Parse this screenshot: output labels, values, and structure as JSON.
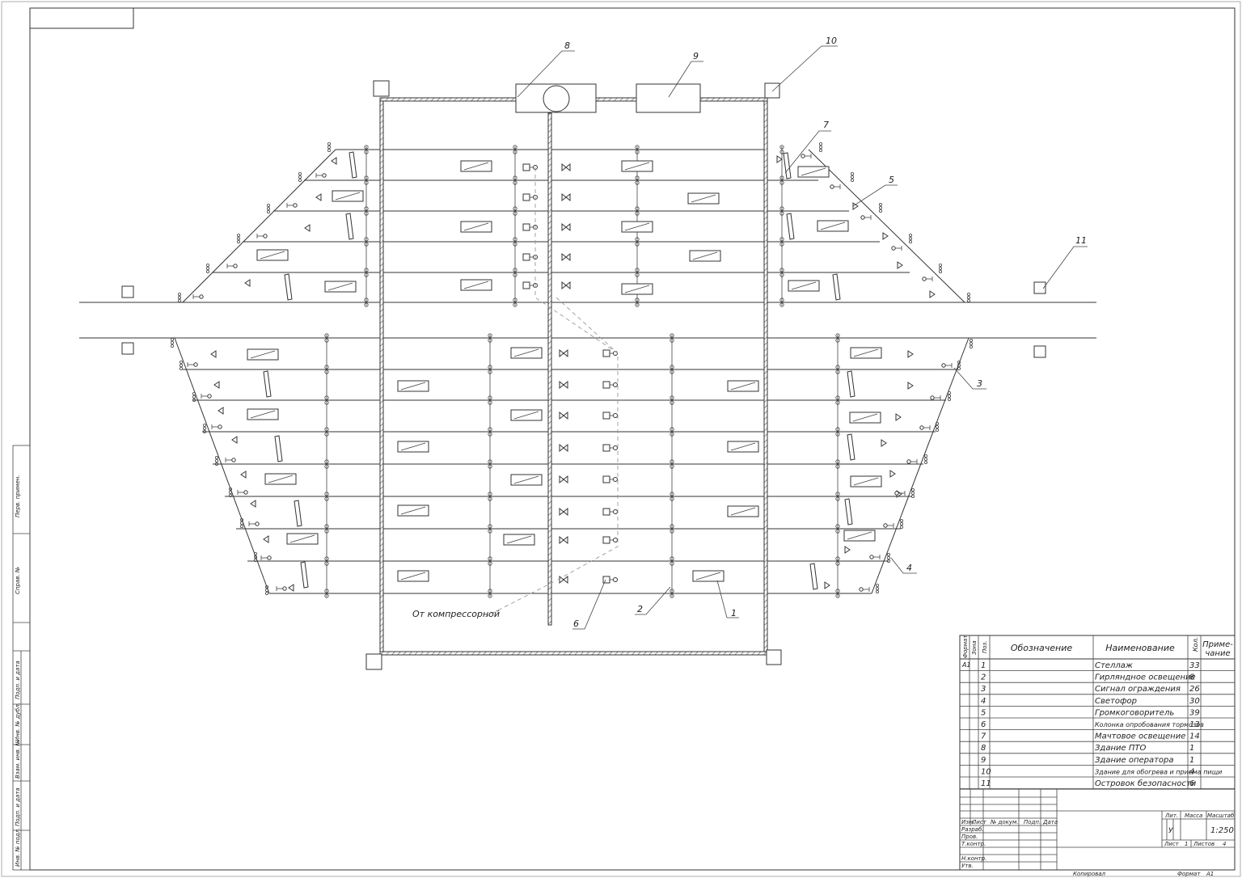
{
  "callouts": [
    "1",
    "2",
    "3",
    "4",
    "5",
    "6",
    "7",
    "8",
    "9",
    "10",
    "11"
  ],
  "compressor_label": "От компрессорной",
  "spec_headers": {
    "format": "Формат",
    "zone": "Зона",
    "pos": "Поз.",
    "designation": "Обозначение",
    "name": "Наименование",
    "qty": "Кол.",
    "note_line1": "Приме-",
    "note_line2": "чание"
  },
  "format_value": "А1",
  "spec_rows": [
    {
      "pos": "1",
      "name": "Стеллаж",
      "qty": "33"
    },
    {
      "pos": "2",
      "name": "Гирляндное освещение",
      "qty": "8"
    },
    {
      "pos": "3",
      "name": "Сигнал ограждения",
      "qty": "26"
    },
    {
      "pos": "4",
      "name": "Светофор",
      "qty": "30"
    },
    {
      "pos": "5",
      "name": "Громкоговоритель",
      "qty": "39"
    },
    {
      "pos": "6",
      "name": "Колонка опробования тормозов",
      "qty": "13"
    },
    {
      "pos": "7",
      "name": "Мачтовое освещение",
      "qty": "14"
    },
    {
      "pos": "8",
      "name": "Здание ПТО",
      "qty": "1"
    },
    {
      "pos": "9",
      "name": "Здание оператора",
      "qty": "1"
    },
    {
      "pos": "10",
      "name": "Здание для обогрева и приема пищи",
      "qty": "4"
    },
    {
      "pos": "11",
      "name": "Островок безопасности",
      "qty": "6"
    }
  ],
  "title_block": {
    "col_izm": "Изм.",
    "col_list": "Лист",
    "col_doc": "№ докум.",
    "col_sign": "Подп.",
    "col_date": "Дата",
    "razrab": "Разраб.",
    "prov": "Пров.",
    "tkontr": "Т.контр.",
    "nkontr": "Н.контр.",
    "utv": "Утв.",
    "lit": "Лит.",
    "massa": "Масса",
    "masshtab": "Масштаб",
    "lit_value": "У",
    "scale": "1:250",
    "sheet_label": "Лист",
    "sheet_no": "1",
    "sheets_label": "Листов",
    "sheets_count": "4",
    "copied": "Копировал",
    "format_label": "Формат",
    "format_size": "А1"
  },
  "side_stamps": [
    "Перв. примен.",
    "Справ. №",
    "Подп. и дата",
    "Инв. № дубл.",
    "Взам. инв. №",
    "Подп. и дата",
    "Инв. № подл."
  ]
}
